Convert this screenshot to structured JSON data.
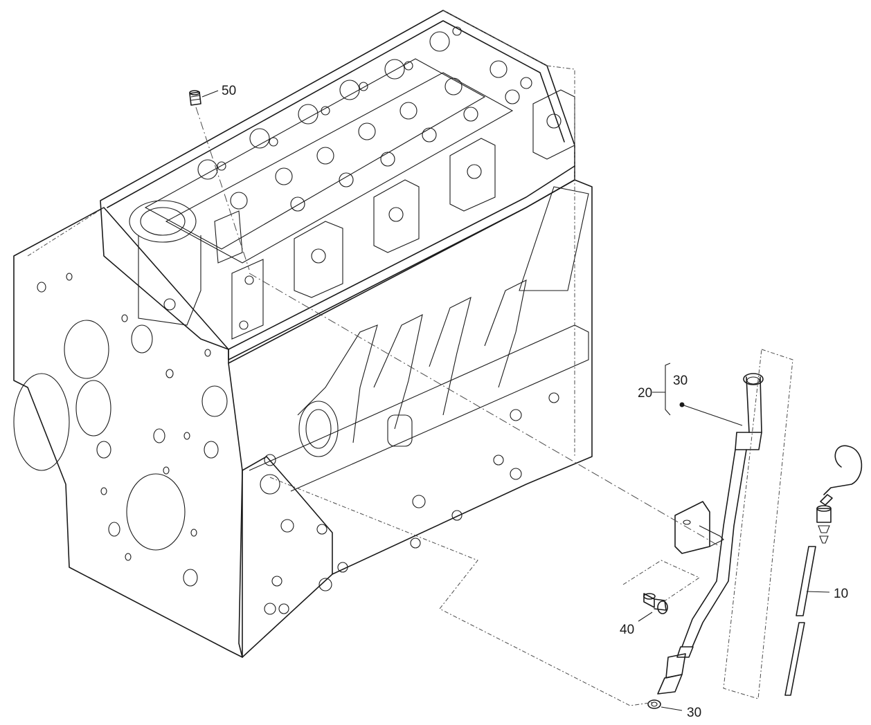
{
  "diagram": {
    "callouts": [
      {
        "id": "c50",
        "label": "50"
      },
      {
        "id": "c20",
        "label": "20"
      },
      {
        "id": "c30_group",
        "label": "30"
      },
      {
        "id": "c10",
        "label": "10"
      },
      {
        "id": "c40",
        "label": "40"
      },
      {
        "id": "c30_bottom",
        "label": "30"
      }
    ],
    "line_color": "#1a1a1a",
    "background": "#ffffff"
  }
}
